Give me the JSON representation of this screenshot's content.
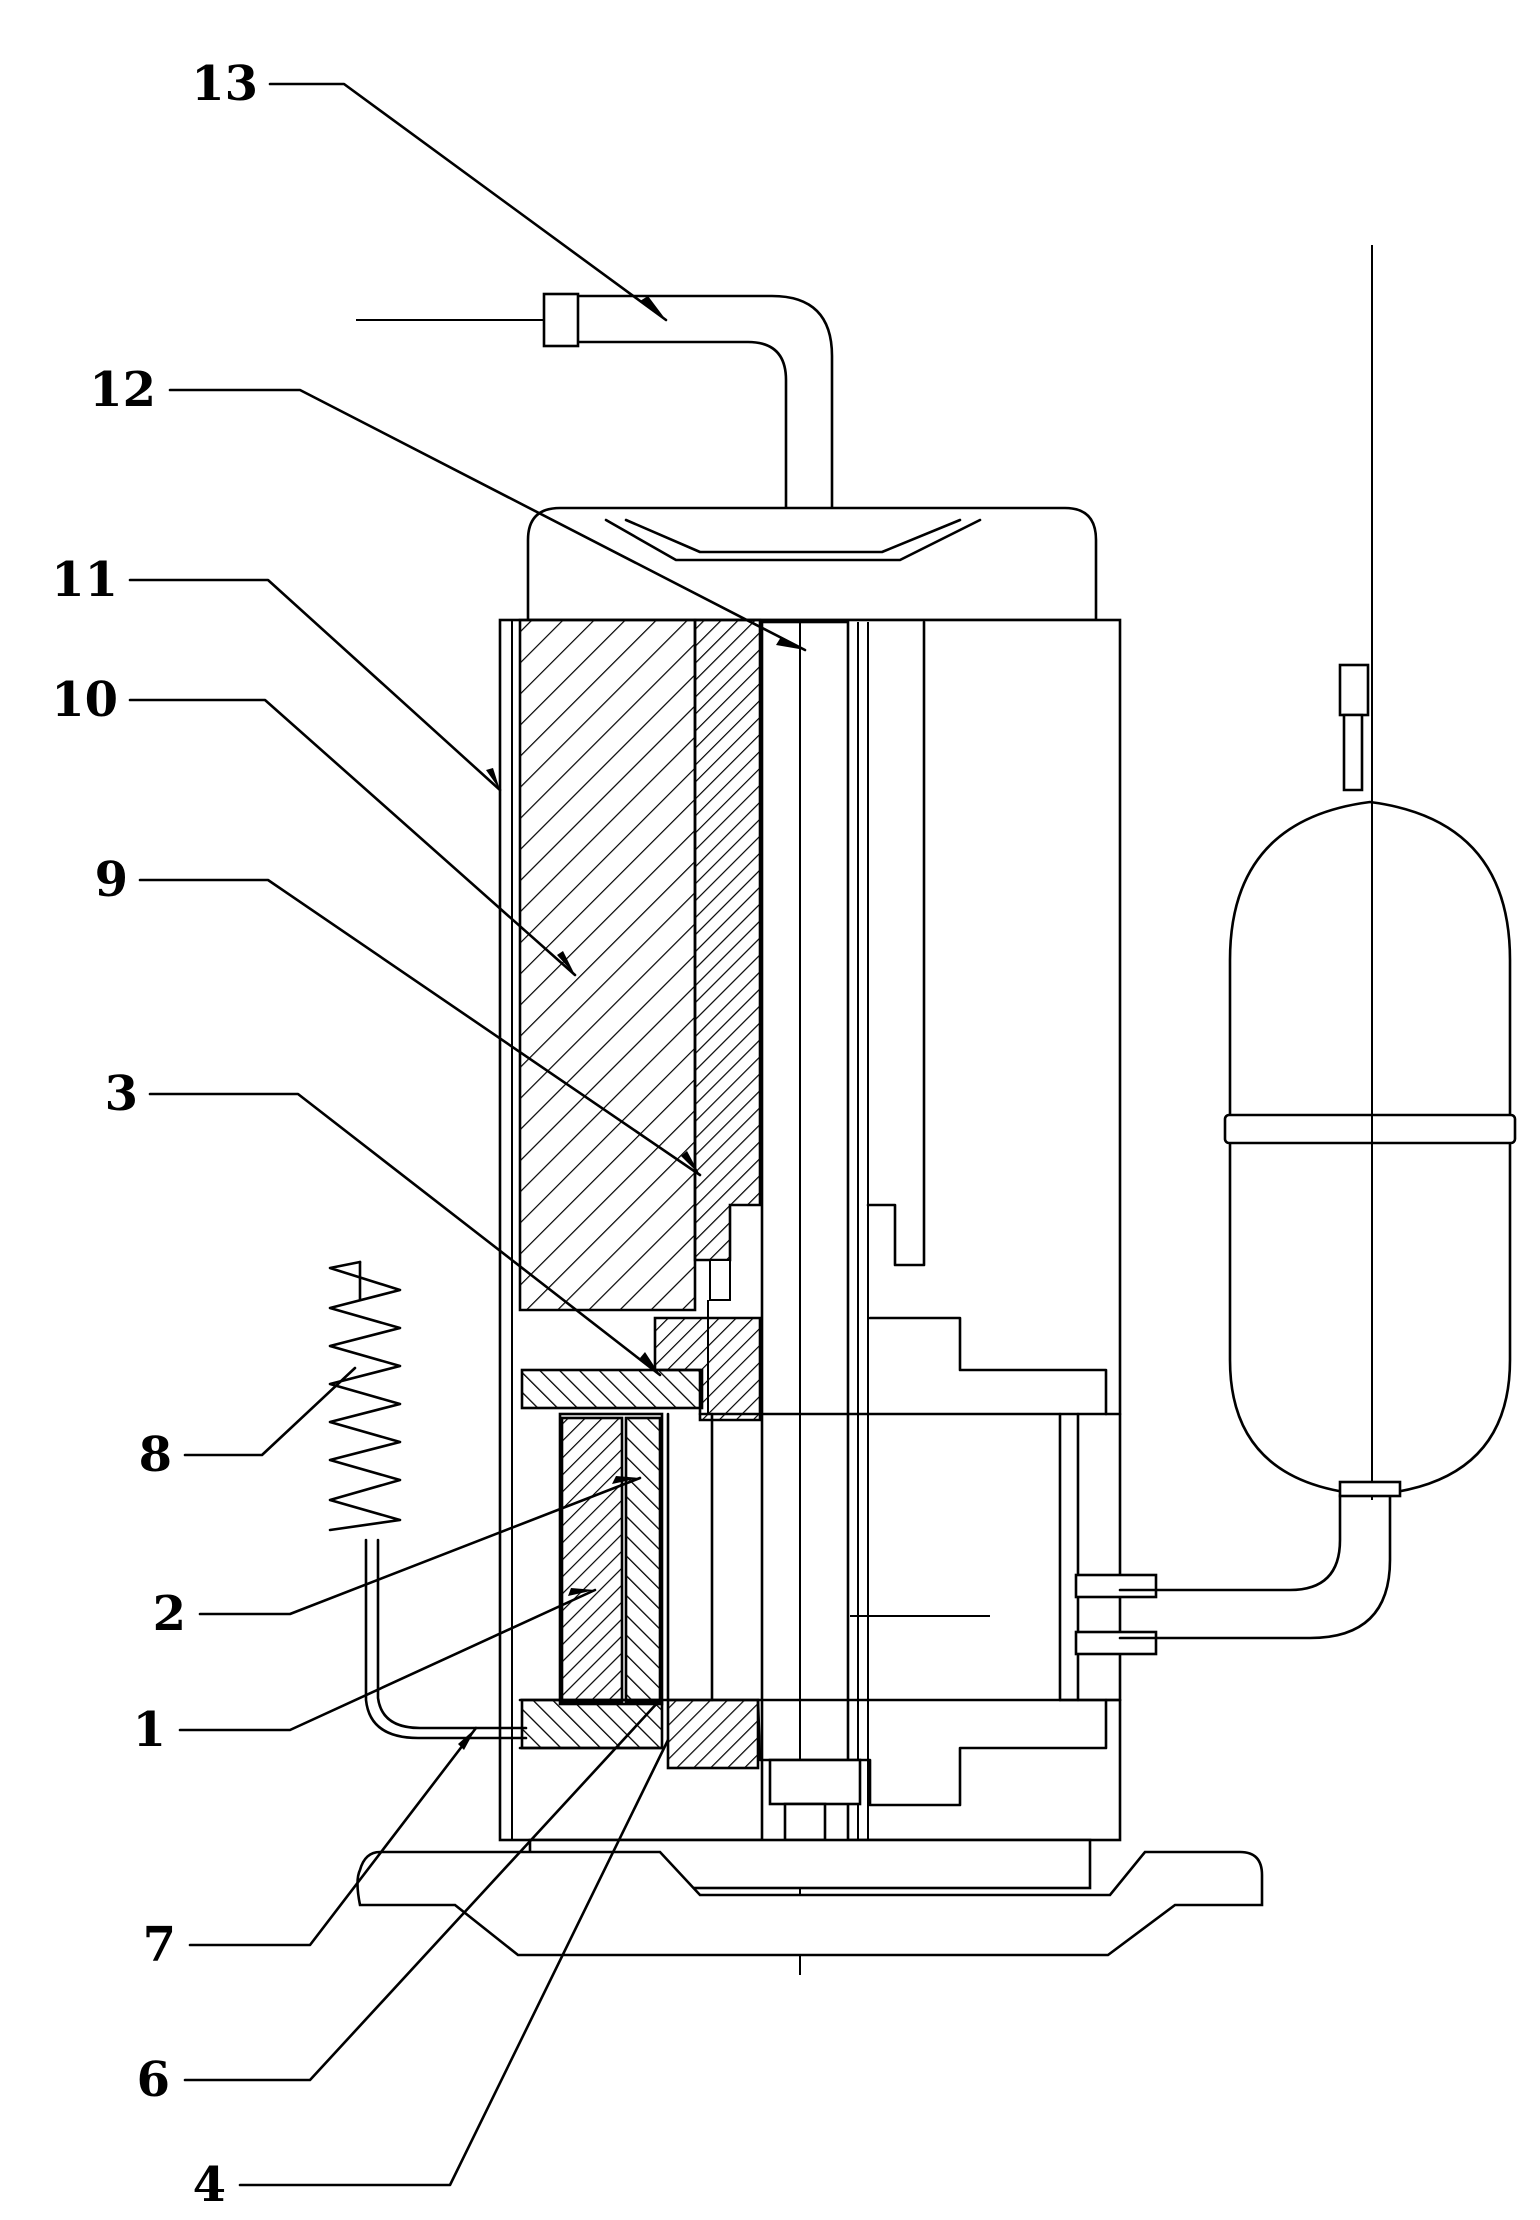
{
  "diagram": {
    "callouts": [
      {
        "id": "13",
        "label": "13"
      },
      {
        "id": "12",
        "label": "12"
      },
      {
        "id": "11",
        "label": "11"
      },
      {
        "id": "10",
        "label": "10"
      },
      {
        "id": "9",
        "label": "9"
      },
      {
        "id": "3",
        "label": "3"
      },
      {
        "id": "8",
        "label": "8"
      },
      {
        "id": "2",
        "label": "2"
      },
      {
        "id": "1",
        "label": "1"
      },
      {
        "id": "7",
        "label": "7"
      },
      {
        "id": "6",
        "label": "6"
      },
      {
        "id": "4",
        "label": "4"
      }
    ],
    "colors": {
      "line": "#000000",
      "background": "#ffffff"
    }
  }
}
